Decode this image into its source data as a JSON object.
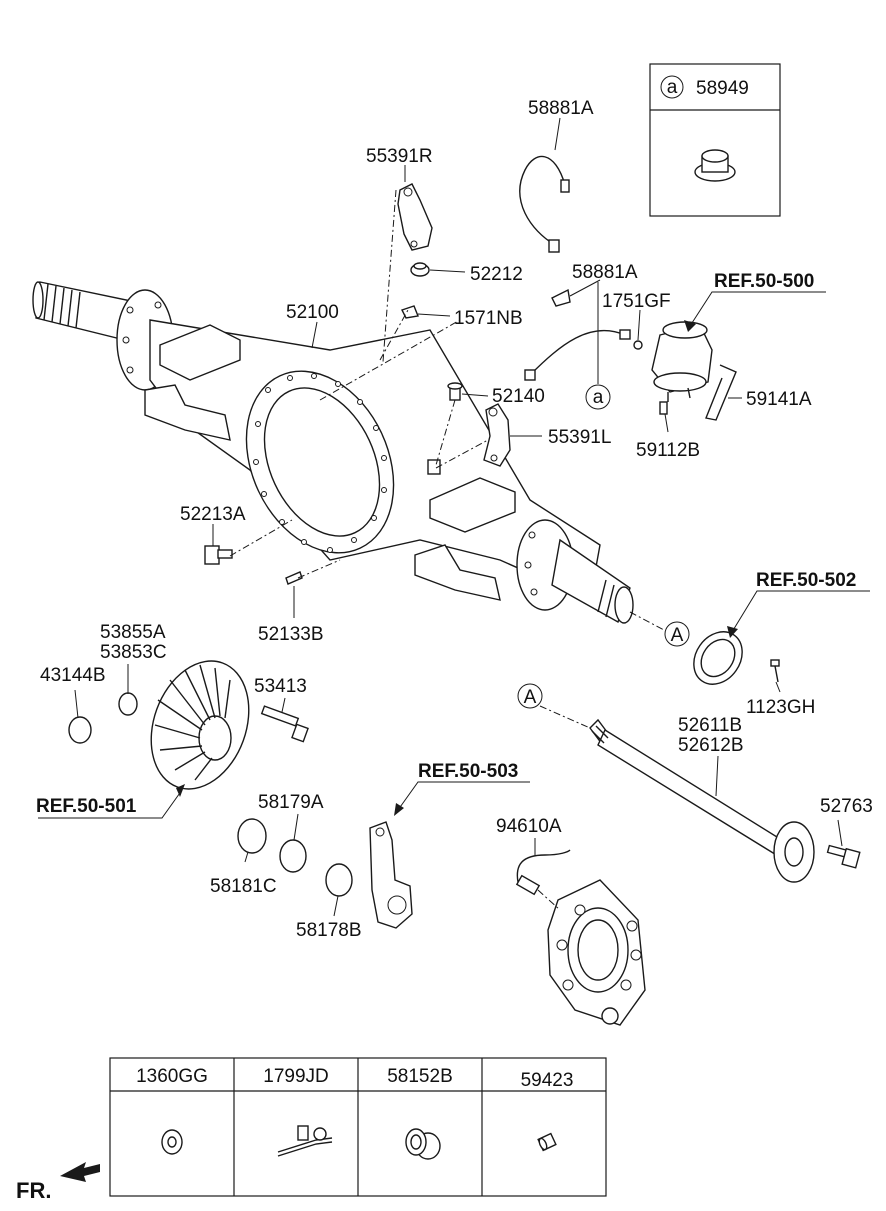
{
  "labels": {
    "p58881A_top": "58881A",
    "p55391R": "55391R",
    "p52212": "52212",
    "p58881A_mid": "58881A",
    "p52100": "52100",
    "p1571NB": "1571NB",
    "p1751GF": "1751GF",
    "p52140": "52140",
    "p55391L": "55391L",
    "p59141A": "59141A",
    "p59112B": "59112B",
    "p52213A": "52213A",
    "p52133B": "52133B",
    "p53855A": "53855A",
    "p53853C": "53853C",
    "p43144B": "43144B",
    "p53413": "53413",
    "p1123GH": "1123GH",
    "p52611B": "52611B",
    "p52612B": "52612B",
    "p58179A": "58179A",
    "p58181C": "58181C",
    "p58178B": "58178B",
    "p94610A": "94610A",
    "p52763": "52763"
  },
  "refs": {
    "r500": "REF.50-500",
    "r502": "REF.50-502",
    "r501": "REF.50-501",
    "r503": "REF.50-503"
  },
  "callouts": {
    "a_lower": "a",
    "a_inset": "a",
    "A_axle": "A",
    "A_shaft": "A"
  },
  "inset": {
    "part": "58949"
  },
  "table": {
    "headers": [
      "1360GG",
      "1799JD",
      "58152B",
      "59423"
    ]
  },
  "direction": {
    "label": "FR."
  }
}
